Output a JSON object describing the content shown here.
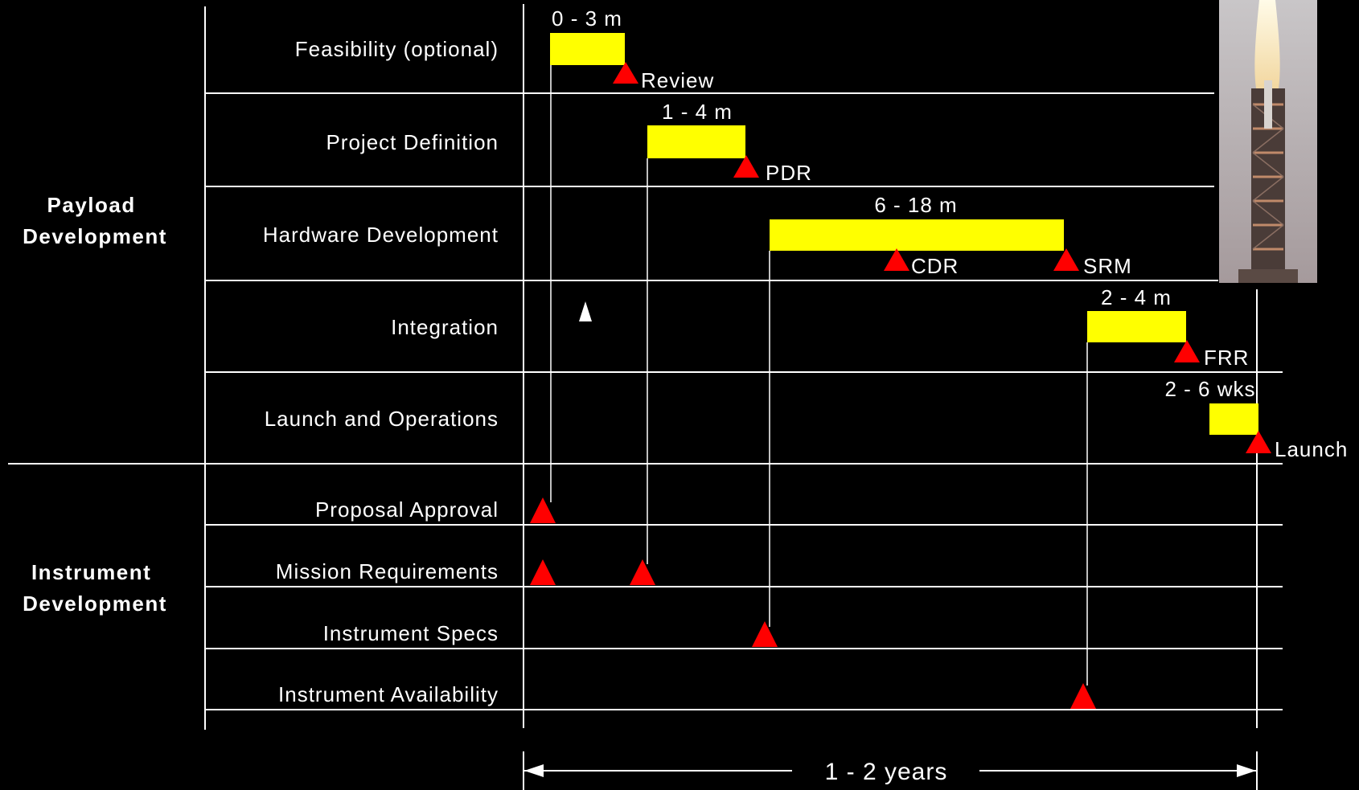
{
  "groups": [
    {
      "id": "payload",
      "lines": [
        "Payload",
        "Development"
      ]
    },
    {
      "id": "instrument",
      "lines": [
        "Instrument",
        "Development"
      ]
    }
  ],
  "rows": [
    {
      "id": "feasibility",
      "label": "Feasibility (optional)"
    },
    {
      "id": "definition",
      "label": "Project Definition"
    },
    {
      "id": "hardware",
      "label": "Hardware Development"
    },
    {
      "id": "integration",
      "label": "Integration"
    },
    {
      "id": "launch",
      "label": "Launch and Operations"
    },
    {
      "id": "proposal",
      "label": "Proposal Approval"
    },
    {
      "id": "mission",
      "label": "Mission Requirements"
    },
    {
      "id": "specs",
      "label": "Instrument Specs"
    },
    {
      "id": "availability",
      "label": "Instrument Availability"
    }
  ],
  "phases": [
    {
      "id": "feasibility",
      "duration": "0 - 3 m"
    },
    {
      "id": "definition",
      "duration": "1 - 4 m"
    },
    {
      "id": "hardware",
      "duration": "6 - 18 m"
    },
    {
      "id": "integration",
      "duration": "2 - 4 m"
    },
    {
      "id": "launch",
      "duration": "2 - 6 wks"
    }
  ],
  "milestones": [
    {
      "id": "review",
      "label": "Review"
    },
    {
      "id": "pdr",
      "label": "PDR"
    },
    {
      "id": "cdr",
      "label": "CDR"
    },
    {
      "id": "srm",
      "label": "SRM"
    },
    {
      "id": "frr",
      "label": "FRR"
    },
    {
      "id": "launch",
      "label": "Launch"
    }
  ],
  "overall_span": {
    "label": "1 - 2 years"
  },
  "photo": {
    "subject": "sounding rocket on launch tower"
  },
  "colors": {
    "background": "#000000",
    "bar": "#ffff00",
    "milestone": "#ff0000",
    "lines": "#ffffff"
  }
}
